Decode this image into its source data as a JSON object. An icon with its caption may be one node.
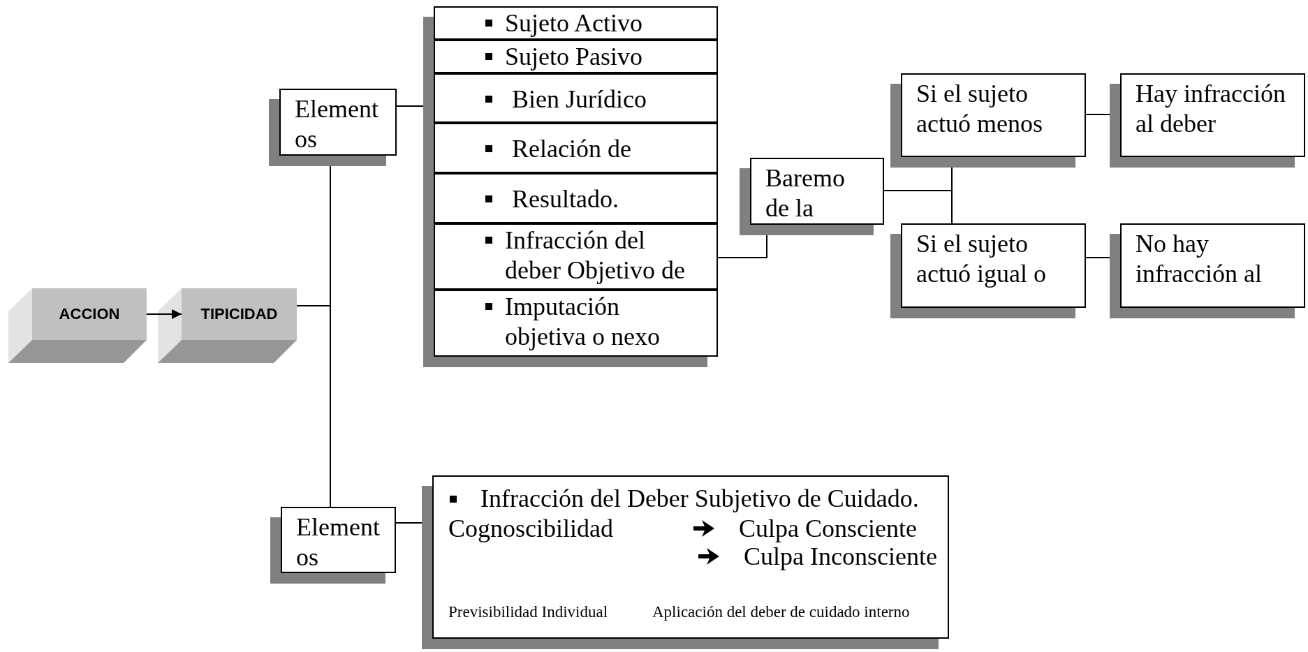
{
  "diagram": {
    "nodes": [
      {
        "text": [
          "ACCION"
        ]
      },
      {
        "text": [
          "TIPICIDAD"
        ]
      },
      {
        "text": [
          "Elementos"
        ]
      },
      {
        "text": [],
        "shape": "box"
      },
      {
        "text": [
          "Sujeto Activo"
        ],
        "in": 3
      },
      {
        "text": [
          "Sujeto Pasivo"
        ],
        "in": 3
      },
      {
        "text": [
          "Bien Jurídico"
        ],
        "in": 3
      },
      {
        "text": [
          "Relación de"
        ],
        "in": 3
      },
      {
        "text": [
          "Resultado."
        ],
        "in": 3
      },
      {
        "text": [
          "Infracción del deber Objetivo de"
        ],
        "in": 3
      },
      {
        "text": [
          "Imputación objetiva o nexo"
        ],
        "in": 3
      },
      {
        "text": [
          "Baremo de la"
        ]
      },
      {
        "text": [
          "Si el sujeto actuó menos"
        ]
      },
      {
        "text": [
          "Si el sujeto actuó igual o"
        ]
      },
      {
        "text": [
          "Hay infracción al deber"
        ]
      },
      {
        "text": [
          "No hay infracción al"
        ]
      },
      {
        "text": [
          "Elementos"
        ]
      },
      {
        "text": [
          "Infracción del Deber Subjetivo de Cuidado.",
          "Cognoscibilidad",
          "Culpa Consciente",
          "Culpa Inconsciente",
          "Previsibilidad Individual",
          "Aplicación del deber de cuidado interno"
        ]
      }
    ],
    "edges": [
      {
        "from": 0,
        "to": 1,
        "arrow": "to"
      },
      {
        "from": 1,
        "to": 2,
        "arrow": "none"
      },
      {
        "from": 1,
        "to": 16,
        "arrow": "none"
      },
      {
        "from": 2,
        "to": 3,
        "arrow": "none"
      },
      {
        "from": 9,
        "to": 11,
        "arrow": "none"
      },
      {
        "from": 11,
        "to": 12,
        "arrow": "none"
      },
      {
        "from": 11,
        "to": 13,
        "arrow": "none"
      },
      {
        "from": 12,
        "to": 14,
        "arrow": "none"
      },
      {
        "from": 13,
        "to": 15,
        "arrow": "none"
      },
      {
        "from": 16,
        "to": 17,
        "arrow": "none"
      }
    ]
  }
}
